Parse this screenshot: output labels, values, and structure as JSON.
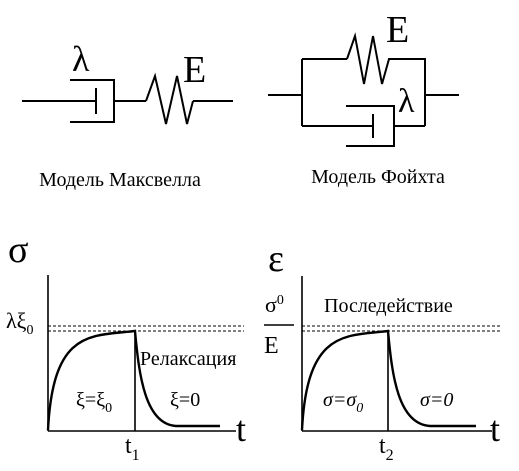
{
  "maxwell": {
    "caption": "Модель Максвелла",
    "damper_symbol": "λ",
    "spring_symbol": "E"
  },
  "voigt": {
    "caption": "Модель Фойхта",
    "damper_symbol": "λ",
    "spring_symbol": "E"
  },
  "relaxation_graph": {
    "y_axis_symbol": "σ",
    "x_axis_symbol": "t",
    "level_label_main": "λξ",
    "level_label_sub": "0",
    "annotation": "Релаксация",
    "left_region_main": "ξ=ξ",
    "left_region_sub": "0",
    "right_region_label": "ξ=0",
    "time_mark_main": "t",
    "time_mark_sub": "1"
  },
  "aftereffect_graph": {
    "y_axis_symbol": "ε",
    "x_axis_symbol": "t",
    "level_numerator_main": "σ",
    "level_numerator_sub": "0",
    "level_denominator": "E",
    "annotation": "Последействие",
    "left_region_main": "σ=σ",
    "left_region_sub": "0",
    "right_region_label": "σ=0",
    "time_mark_main": "t",
    "time_mark_sub": "2"
  }
}
